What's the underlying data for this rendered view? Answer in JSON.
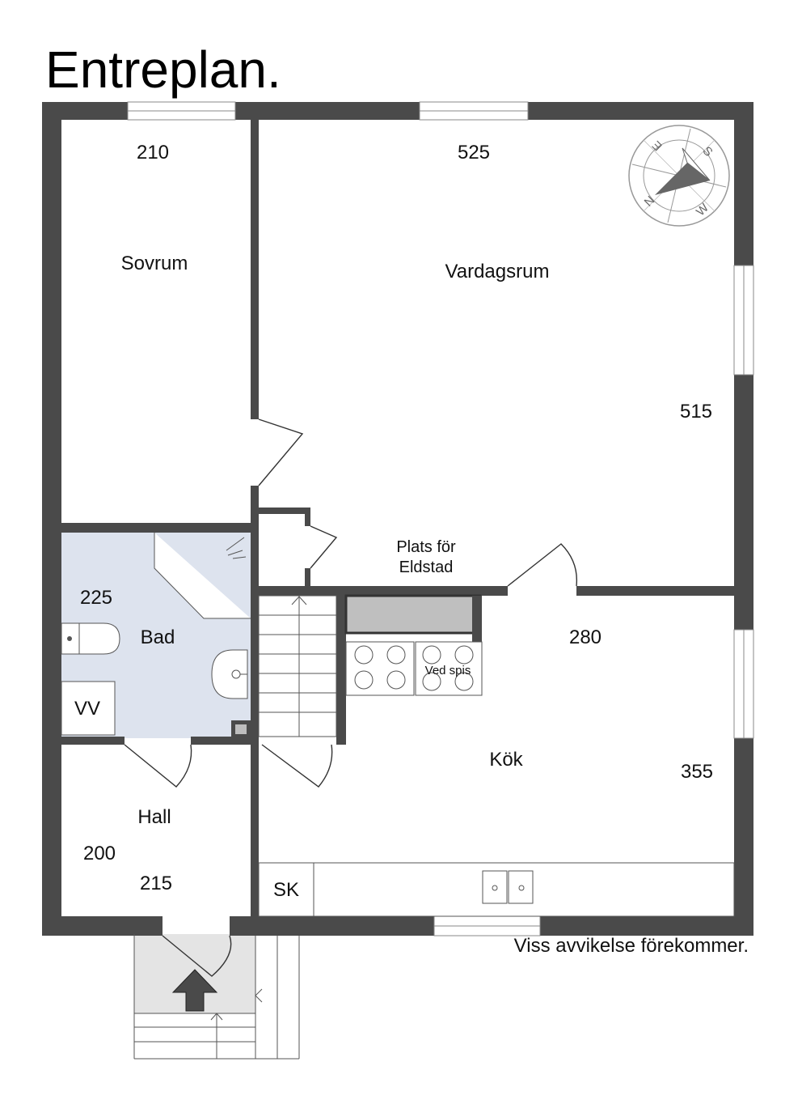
{
  "title": "Entreplan.",
  "disclaimer": "Viss avvikelse förekommer.",
  "rooms": {
    "sovrum": {
      "name": "Sovrum",
      "width": "210"
    },
    "vardagsrum": {
      "name": "Vardagsrum",
      "width": "525",
      "depth": "515"
    },
    "bad": {
      "name": "Bad",
      "width": "225"
    },
    "kok": {
      "name": "Kök",
      "width": "280",
      "depth": "355"
    },
    "hall": {
      "name": "Hall",
      "width": "215",
      "depth": "200"
    }
  },
  "fireplace": {
    "line1": "Plats för",
    "line2": "Eldstad"
  },
  "stove_label": "Ved spis",
  "vv_label": "VV",
  "sk_label": "SK",
  "compass": {
    "n": "N",
    "e": "E",
    "s": "S",
    "w": "W"
  },
  "colors": {
    "wall": "#4a4a4a",
    "bathroom": "#dde3ee",
    "entry": "#e4e4e4",
    "arrow": "#4a4a4a"
  }
}
